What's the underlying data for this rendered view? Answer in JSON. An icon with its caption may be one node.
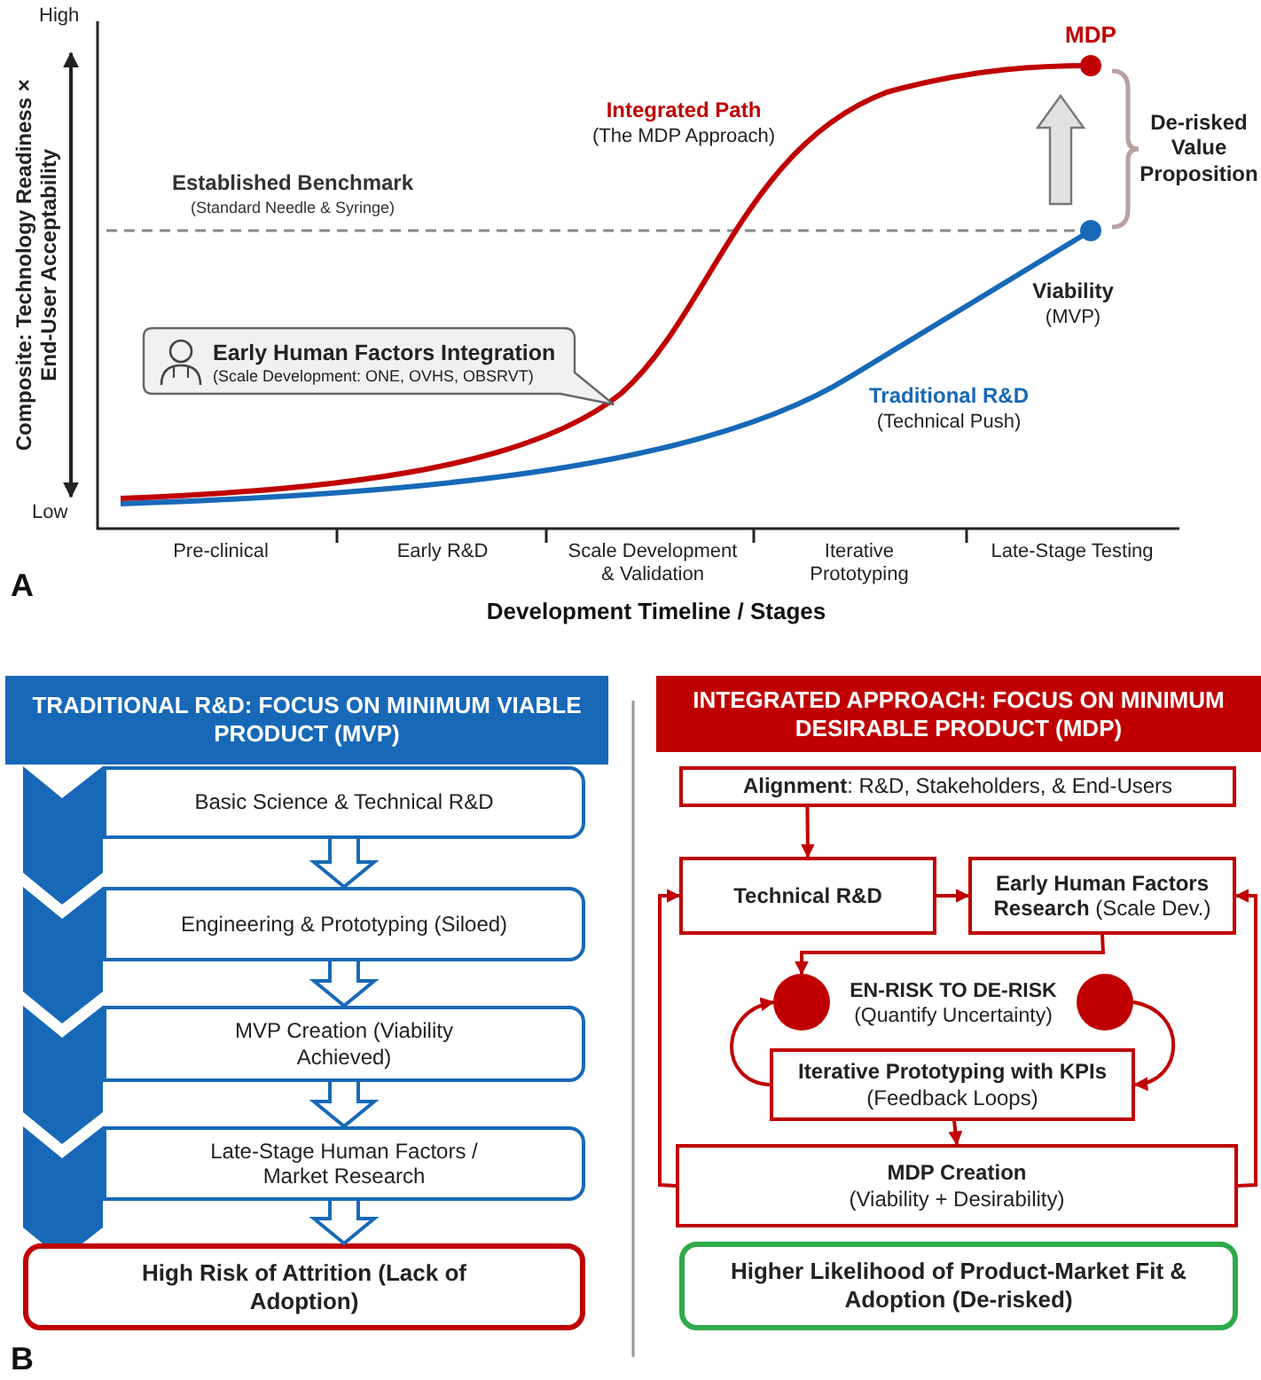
{
  "diagram": {
    "nodes": [
      {
        "text": [
          "Early Human Factors Integration",
          "(Scale Development: ONE, OVHS, OBSRVT)"
        ]
      },
      {
        "text": [
          "TRADITIONAL R&D: FOCUS ON MINIMUM VIABLE PRODUCT (MVP)"
        ]
      },
      {
        "text": [
          "Basic Science & Technical R&D"
        ]
      },
      {
        "text": [
          "Engineering & Prototyping (Siloed)"
        ]
      },
      {
        "text": [
          "MVP Creation (Viability Achieved)"
        ]
      },
      {
        "text": [
          "Late-Stage Human Factors / Market Research"
        ]
      },
      {
        "text": [
          "High Risk of Attrition (Lack of Adoption)"
        ]
      },
      {
        "text": [
          "INTEGRATED APPROACH: FOCUS ON MINIMUM DESIRABLE PRODUCT (MDP)"
        ]
      },
      {
        "text": [
          "**Alignment**: R&D, Stakeholders, & End-Users"
        ]
      },
      {
        "text": [
          "Technical R&D"
        ]
      },
      {
        "text": [
          "**Early Human Factors Research** (Scale Dev.)"
        ]
      },
      {
        "text": [],
        "shape": "circle"
      },
      {
        "text": [
          "EN-RISK TO DE-RISK",
          "(Quantify Uncertainty)"
        ]
      },
      {
        "text": [],
        "shape": "circle"
      },
      {
        "text": [
          "Iterative Prototyping with KPIs",
          "(Feedback Loops)"
        ]
      },
      {
        "text": [
          "MDP Creation",
          "(Viability + Desirability)"
        ]
      },
      {
        "text": [
          "Higher Likelihood of Product-Market Fit & Adoption (De-risked)"
        ]
      }
    ],
    "edges": [
      {
        "from": 2,
        "to": 3,
        "arrow": "to",
        "style": "thick",
        "color": "#1769b8"
      },
      {
        "from": 3,
        "to": 4,
        "arrow": "to",
        "style": "thick",
        "color": "#1769b8"
      },
      {
        "from": 4,
        "to": 5,
        "arrow": "to",
        "style": "thick",
        "color": "#1769b8"
      },
      {
        "from": 5,
        "to": 6,
        "arrow": "to",
        "style": "thick",
        "color": "#1769b8"
      },
      {
        "from": 8,
        "to": 9,
        "arrow": "to"
      },
      {
        "from": 9,
        "to": 10,
        "arrow": "to"
      },
      {
        "from": 10,
        "to": 11,
        "arrow": "to"
      },
      {
        "from": 14,
        "to": 11,
        "arrow": "to"
      },
      {
        "from": 13,
        "to": 14,
        "arrow": "to"
      },
      {
        "from": 14,
        "to": 15,
        "arrow": "to"
      },
      {
        "from": 15,
        "to": 9,
        "arrow": "to"
      },
      {
        "from": 15,
        "to": 10,
        "arrow": "to"
      }
    ],
    "labels": [
      "High",
      "Composite: Technology Readiness × End-User Acceptability",
      "Low",
      "MDP",
      "Integrated Path",
      "(The MDP Approach)",
      "De-risked Value Proposition",
      "Established Benchmark",
      "(Standard Needle & Syringe)",
      "Viability",
      "(MVP)",
      "Traditional R&D",
      "(Technical Push)",
      "Pre-clinical",
      "Early R&D",
      "Scale Development & Validation",
      "Iterative Prototyping",
      "Late-Stage Testing",
      "A",
      "Development Timeline / Stages",
      "B"
    ]
  }
}
